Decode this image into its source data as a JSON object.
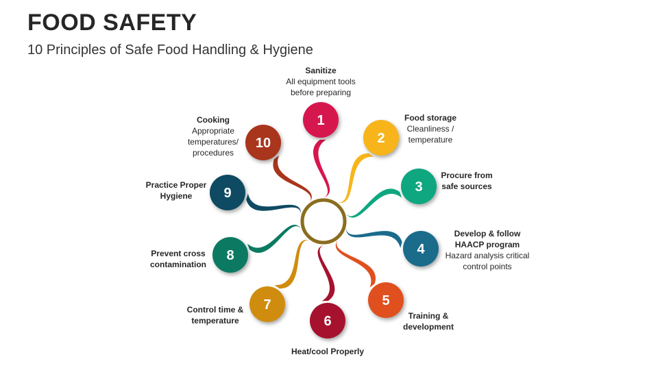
{
  "header": {
    "title": "FOOD SAFETY",
    "subtitle": "10 Principles of Safe Food Handling & Hygiene"
  },
  "colors": {
    "ring": "#8a6d1e",
    "step1": "#d6174e",
    "step2": "#f7b51b",
    "step3": "#0ea77f",
    "step4": "#1b6b8b",
    "step5": "#e0501e",
    "step6": "#a6122e",
    "step7": "#cf8c0e",
    "step8": "#0c7a62",
    "step9": "#0e4a62",
    "step10": "#a8351c"
  },
  "steps": [
    {
      "number": "1",
      "title": "Sanitize",
      "lines": [
        "All equipment tools",
        "before preparing"
      ]
    },
    {
      "number": "2",
      "title": "Food storage",
      "lines": [
        "Cleanliness /",
        "temperature"
      ]
    },
    {
      "number": "3",
      "title": "Procure from",
      "lines": [
        "safe sources"
      ]
    },
    {
      "number": "4",
      "title": "Develop & follow",
      "title2": "HAACP program",
      "lines": [
        "Hazard analysis critical",
        "control points"
      ]
    },
    {
      "number": "5",
      "title": "Training &",
      "lines": [
        "development"
      ]
    },
    {
      "number": "6",
      "title": "Heat/cool Properly",
      "lines": []
    },
    {
      "number": "7",
      "title": "Control time &",
      "lines": [
        "temperature"
      ]
    },
    {
      "number": "8",
      "title": "Prevent cross",
      "lines": [
        "contamination"
      ]
    },
    {
      "number": "9",
      "title": "Practice Proper",
      "lines": [
        "Hygiene"
      ]
    },
    {
      "number": "10",
      "title": "Cooking",
      "lines": [
        "Appropriate",
        "temperatures/",
        "procedures"
      ]
    }
  ]
}
